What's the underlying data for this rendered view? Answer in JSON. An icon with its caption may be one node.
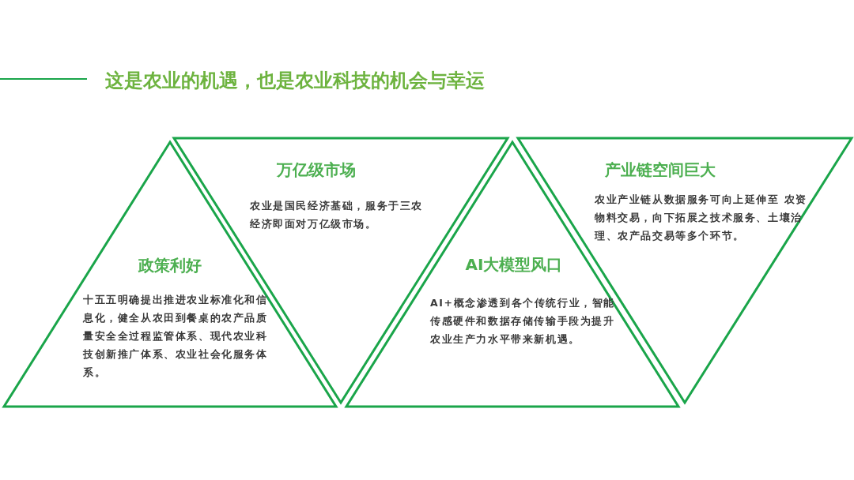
{
  "diagram": {
    "title": "这是农业的机遇，也是农业科技的机会与幸运",
    "nodes": [
      {
        "text": [
          "政策利好",
          "十五五明确提出推进农业标准化和信息化，健全从农田到餐桌的农产品质量安全全过程监管体系、现代农业科技创新推广体系、农业社会化服务体系。"
        ]
      },
      {
        "text": [
          "万亿级市场",
          "农业是国民经济基础，服务于三农经济即面对万亿级市场。"
        ]
      },
      {
        "text": [
          "AI大模型风口",
          "AI+概念渗透到各个传统行业，智能传感硬件和数据存储传输手段为提升农业生产力水平带来新机遇。"
        ]
      },
      {
        "text": [
          "产业链空间巨大",
          "农业产业链从数据服务可向上延伸至 农资物料交易，向下拓展之技术服务、土壤治理、农产品交易等多个环节。"
        ]
      }
    ]
  }
}
